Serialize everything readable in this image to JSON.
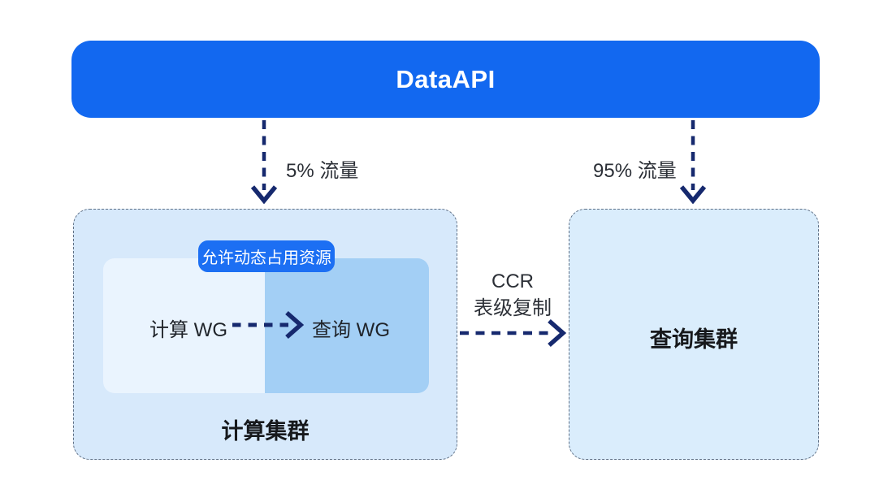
{
  "header": {
    "title": "DataAPI"
  },
  "flows": {
    "left_traffic_label": "5% 流量",
    "right_traffic_label": "95% 流量",
    "ccr_line1": "CCR",
    "ccr_line2": "表级复制"
  },
  "compute_cluster": {
    "title": "计算集群",
    "badge_label": "允许动态占用资源",
    "compute_wg_label": "计算 WG",
    "query_wg_label": "查询 WG"
  },
  "query_cluster": {
    "title": "查询集群"
  },
  "colors": {
    "primary_blue": "#1268F0",
    "badge_blue": "#1C6FF3",
    "cluster_fill_left": "#D7E9FB",
    "cluster_fill_right": "#DAEDFC",
    "inner_compute_fill": "#EAF4FE",
    "inner_query_fill": "#A3CFF5",
    "arrow_navy": "#16296E",
    "dashed_border": "#5F7086",
    "text_dark": "#17191C"
  }
}
